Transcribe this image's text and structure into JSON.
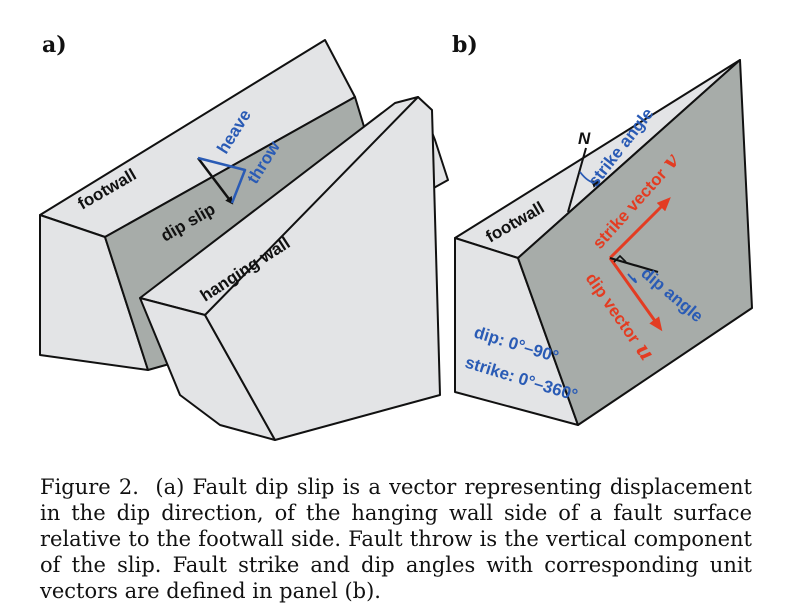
{
  "panels": {
    "a": {
      "label": "a)",
      "footwall": "footwall",
      "dip_slip": "dip slip",
      "hanging_wall": "hanging wall",
      "heave": "heave",
      "throw": "throw"
    },
    "b": {
      "label": "b)",
      "footwall": "footwall",
      "north": "N",
      "strike_angle": "strike angle",
      "strike_vector_text": "strike vector",
      "strike_vector_symbol": "v",
      "dip_angle": "dip angle",
      "dip_vector_text": "dip vector",
      "dip_vector_symbol": "u",
      "dip_range": "dip: 0°–90°",
      "strike_range": "strike: 0°–360°"
    }
  },
  "colors": {
    "face_light": "#e3e4e6",
    "face_dark": "#a7aca9",
    "outline": "#111111",
    "blue": "#2a5bb5",
    "red": "#e33c22"
  },
  "caption": {
    "prefix": "Figure 2.",
    "text": "(a) Fault dip slip is a vector representing displacement in the dip direction, of the hanging wall side of a fault surface relative to the footwall side. Fault throw is the vertical component of the slip. Fault strike and dip angles with corresponding unit vectors are defined in panel (b)."
  }
}
